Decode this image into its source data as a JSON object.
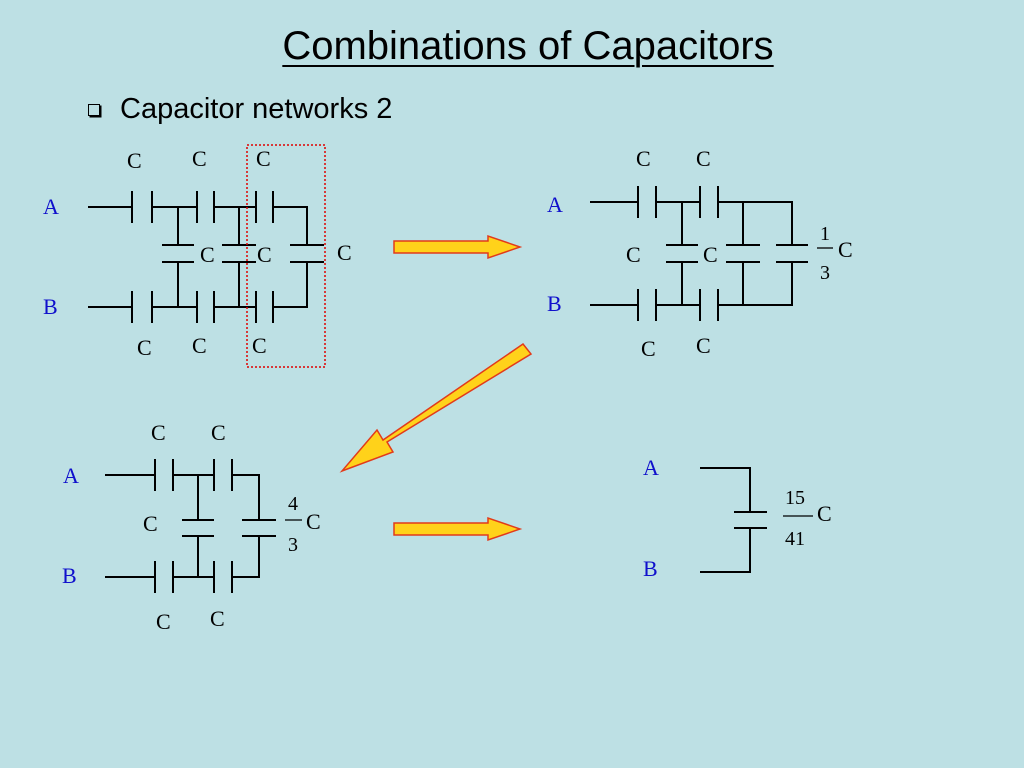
{
  "title": "Combinations of Capacitors",
  "bullet": "Capacitor networks 2",
  "colors": {
    "background": "#bde0e4",
    "wire": "#000000",
    "node_label": "#1010cc",
    "arrow_fill": "#ffd21a",
    "arrow_outline": "#e23a1a",
    "highlight_box": "#e00000"
  },
  "labels": {
    "node_a": "A",
    "node_b": "B",
    "cap": "C",
    "frac_third_num": "1",
    "frac_third_den": "3",
    "frac_four_thirds_num": "4",
    "frac_four_thirds_den": "3",
    "frac_final_num": "15",
    "frac_final_den": "41"
  }
}
